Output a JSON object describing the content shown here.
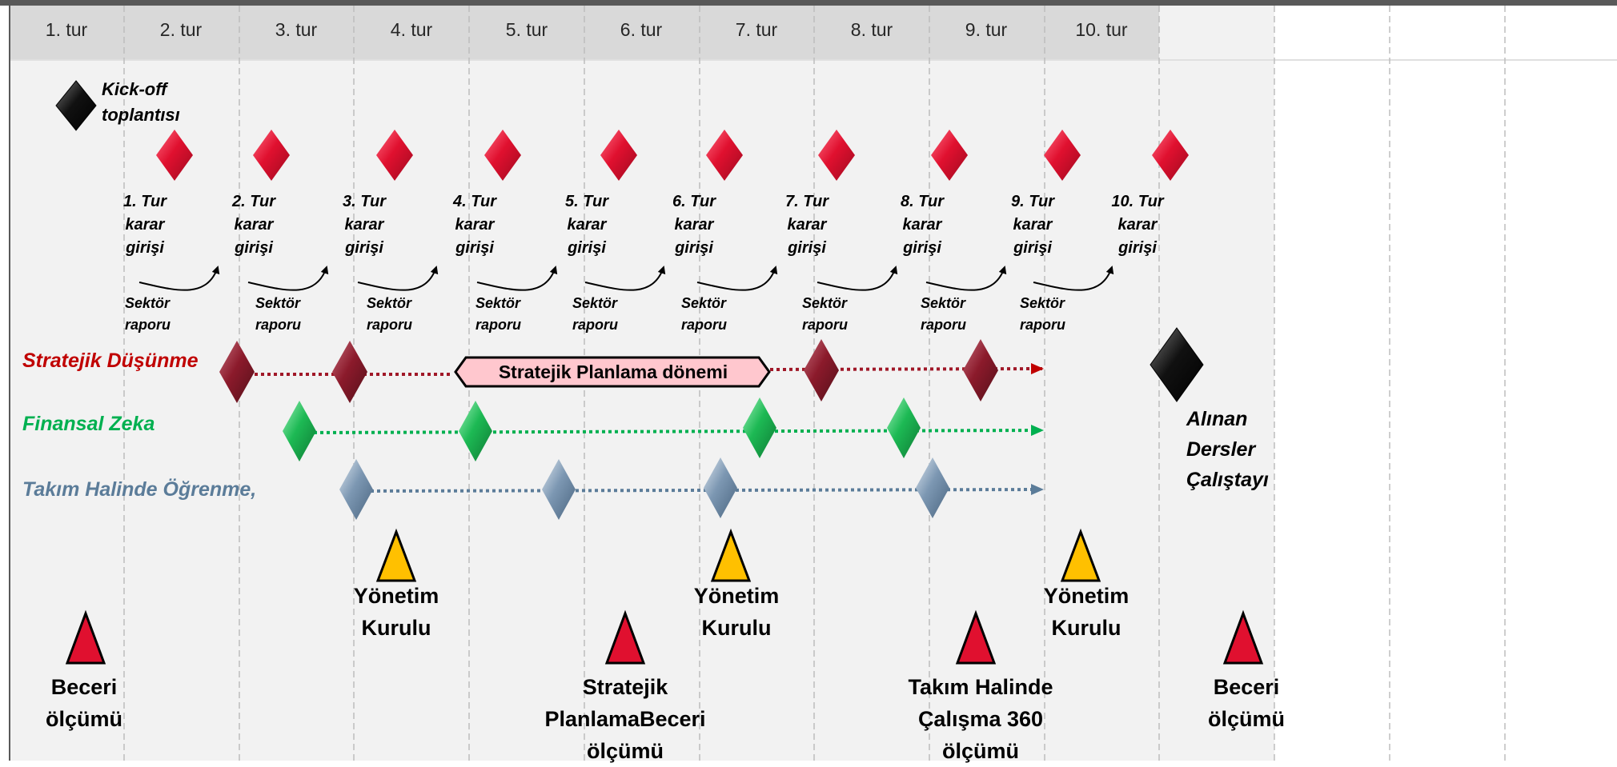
{
  "rounds": [
    "1. tur",
    "2. tur",
    "3. tur",
    "4. tur",
    "5. tur",
    "6. tur",
    "7. tur",
    "8. tur",
    "9. tur",
    "10. tur"
  ],
  "kickoff": {
    "line1": "Kick-off",
    "line2": "toplantısı"
  },
  "decision_entries": [
    {
      "line1": "1. Tur",
      "line2": "karar",
      "line3": "girişi"
    },
    {
      "line1": "2. Tur",
      "line2": "karar",
      "line3": "girişi"
    },
    {
      "line1": "3. Tur",
      "line2": "karar",
      "line3": "girişi"
    },
    {
      "line1": "4. Tur",
      "line2": "karar",
      "line3": "girişi"
    },
    {
      "line1": "5. Tur",
      "line2": "karar",
      "line3": "girişi"
    },
    {
      "line1": "6. Tur",
      "line2": "karar",
      "line3": "girişi"
    },
    {
      "line1": "7. Tur",
      "line2": "karar",
      "line3": "girişi"
    },
    {
      "line1": "8. Tur",
      "line2": "karar",
      "line3": "girişi"
    },
    {
      "line1": "9. Tur",
      "line2": "karar",
      "line3": "girişi"
    },
    {
      "line1": "10. Tur",
      "line2": "karar",
      "line3": "girişi"
    }
  ],
  "sector_report": {
    "line1": "Sektör",
    "line2": "raporu",
    "count": 9
  },
  "tracks": [
    {
      "label": "Stratejik Düşünme",
      "color": "#C00000",
      "marker_color": "#8B1A2B",
      "arrow_color": "#A01828"
    },
    {
      "label": "Finansal Zeka",
      "color": "#00B050",
      "marker_color": "#1DB954",
      "arrow_color": "#00B050"
    },
    {
      "label": "Takım Halinde Öğrenme,",
      "color": "#5B7C99",
      "marker_color": "#7C97B2",
      "arrow_color": "#5B7C99"
    }
  ],
  "strategic_period": {
    "label": "Stratejik Planlama  dönemi",
    "fill": "#FFC7CE"
  },
  "board_meetings": [
    {
      "line1": "Yönetim",
      "line2": "Kurulu"
    },
    {
      "line1": "Yönetim",
      "line2": "Kurulu"
    },
    {
      "line1": "Yönetim",
      "line2": "Kurulu"
    }
  ],
  "skill_measurements": [
    {
      "line1": "Beceri",
      "line2": "ölçümü",
      "line3": ""
    },
    {
      "line1": "Stratejik",
      "line2": "PlanlamaBeceri",
      "line3": "ölçümü"
    },
    {
      "line1": "Takım Halinde",
      "line2": "Çalışma 360",
      "line3": "ölçümü"
    },
    {
      "line1": "Beceri",
      "line2": "ölçümü",
      "line3": ""
    }
  ],
  "lessons_workshop": {
    "line1": "Alınan",
    "line2": "Dersler",
    "line3": "Çalıştayı"
  },
  "colors": {
    "decision_diamond": "#E0102F",
    "board_triangle": "#FFC000",
    "measurement_triangle": "#E0102F",
    "kickoff_diamond": "#000000",
    "panel_bg": "#F2F2F2",
    "header_bg": "#D9D9D9"
  }
}
